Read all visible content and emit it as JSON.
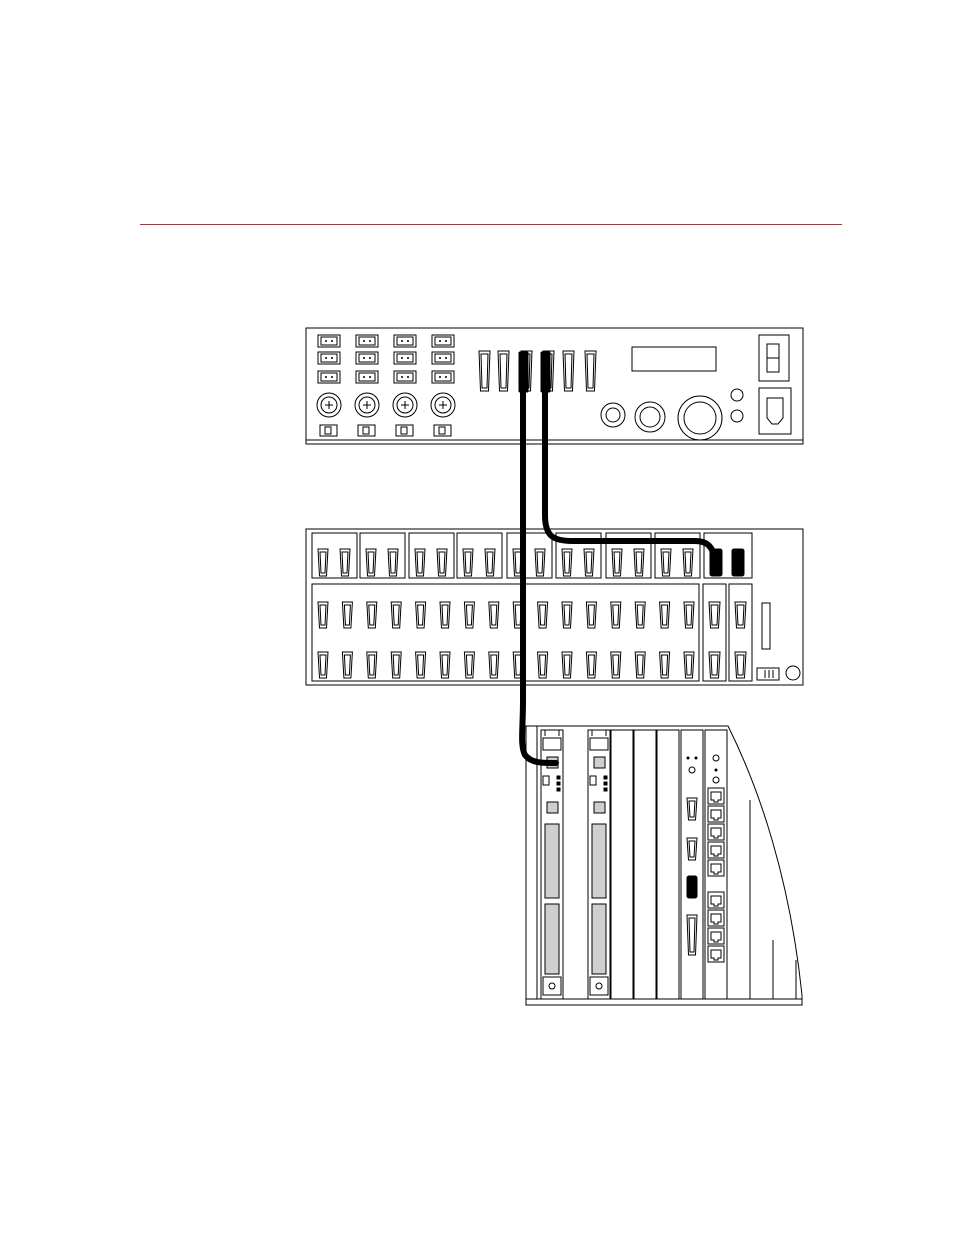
{
  "page": {
    "accent_color": "#c8252c"
  },
  "figure": {
    "units": [
      "top-panel-unit",
      "middle-patch-panel-unit",
      "bottom-card-chassis-unit"
    ],
    "cables": 2
  }
}
